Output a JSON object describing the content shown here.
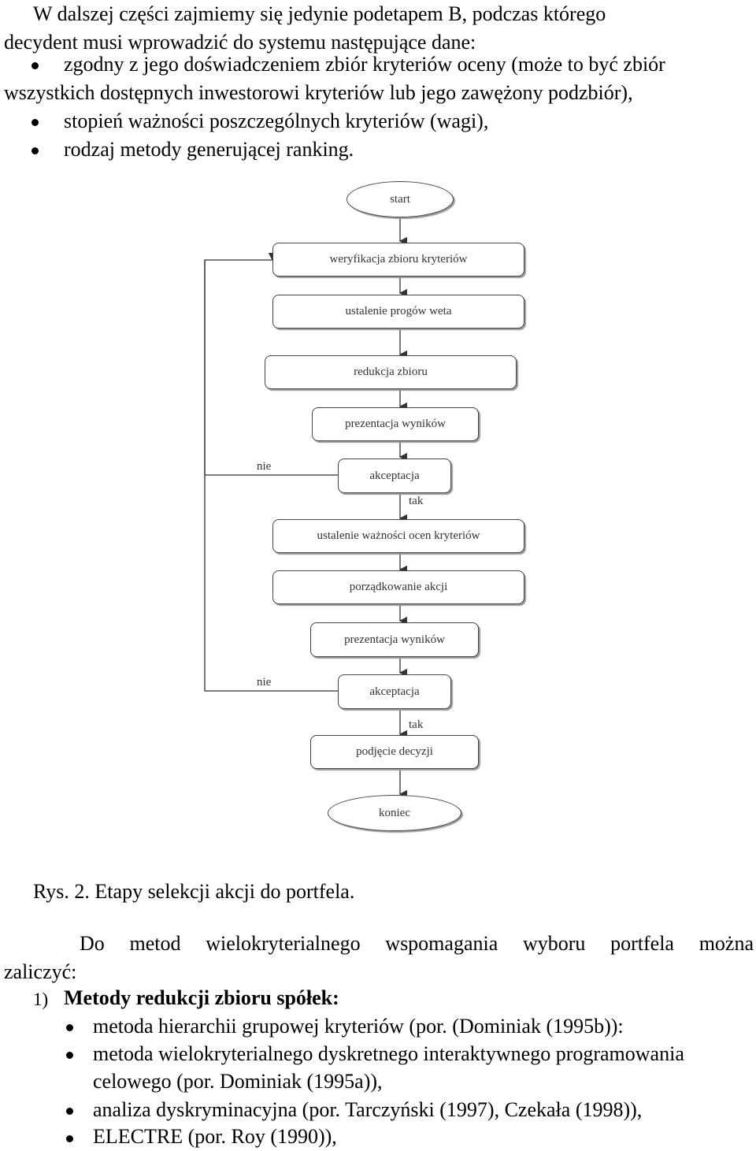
{
  "intro": {
    "line1": "W dalszej części zajmiemy się jedynie podetapem B, podczas którego",
    "line2": "decydent musi wprowadzić do systemu następujące dane:",
    "bullets": [
      {
        "line1": "zgodny z jego doświadczeniem zbiór kryteriów oceny (może to być zbiór",
        "line2": "wszystkich dostępnych inwestorowi kryteriów lub jego zawężony podzbiór),"
      },
      {
        "line1": "stopień ważności poszczególnych kryteriów (wagi),"
      },
      {
        "line1": "rodzaj metody generującej ranking."
      }
    ]
  },
  "flowchart": {
    "start": "start",
    "steps": [
      "weryfikacja zbioru kryteriów",
      "ustalenie progów weta",
      "redukcja zbioru",
      "prezentacja wyników",
      "akceptacja",
      "ustalenie ważności ocen kryteriów",
      "porządkowanie akcji",
      "prezentacja wyników",
      "akceptacja",
      "podjęcie decyzji"
    ],
    "end": "koniec",
    "no_label": "nie",
    "yes_label": "tak"
  },
  "caption": "Rys. 2. Etapy selekcji akcji do portfela.",
  "body": {
    "para_line1": "Do metod wielokryterialnego wspomagania wyboru portfela można",
    "para_line2": "zaliczyć:",
    "list_number": "1)",
    "list_heading": "Metody redukcji zbioru spółek:",
    "items": [
      {
        "line1": "metoda hierarchii grupowej kryteriów (por. (Dominiak (1995b)):"
      },
      {
        "line1": "metoda wielokryterialnego dyskretnego interaktywnego programowania",
        "line2": "celowego (por. Dominiak (1995a)),"
      },
      {
        "line1": "analiza dyskryminacyjna (por. Tarczyński (1997), Czekała (1998)),"
      },
      {
        "line1": "ELECTRE (por. Roy (1990)),"
      }
    ]
  }
}
